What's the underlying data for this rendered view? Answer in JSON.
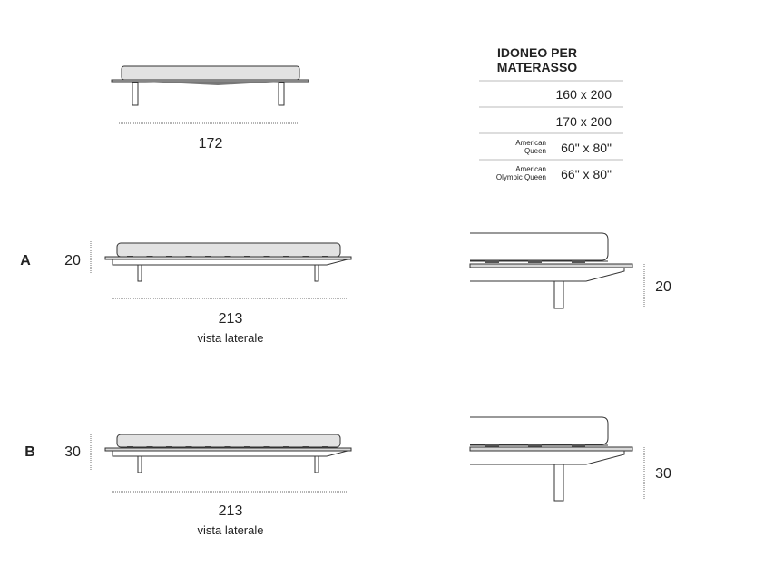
{
  "front_view": {
    "width_label": "172"
  },
  "mattress_table": {
    "title_line1": "IDONEO PER",
    "title_line2": "MATERASSO",
    "rows": [
      {
        "name_line1": "",
        "name_line2": "",
        "size": "160 x 200"
      },
      {
        "name_line1": "",
        "name_line2": "",
        "size": "170 x 200"
      },
      {
        "name_line1": "American",
        "name_line2": "Queen",
        "size": "60\" x 80\""
      },
      {
        "name_line1": "American",
        "name_line2": "Olympic Queen",
        "size": "66\" x 80\""
      }
    ]
  },
  "variant_a": {
    "letter": "A",
    "height_label": "20",
    "length_label": "213",
    "caption": "vista laterale",
    "detail_height_label": "20"
  },
  "variant_b": {
    "letter": "B",
    "height_label": "30",
    "length_label": "213",
    "caption": "vista laterale",
    "detail_height_label": "30"
  }
}
